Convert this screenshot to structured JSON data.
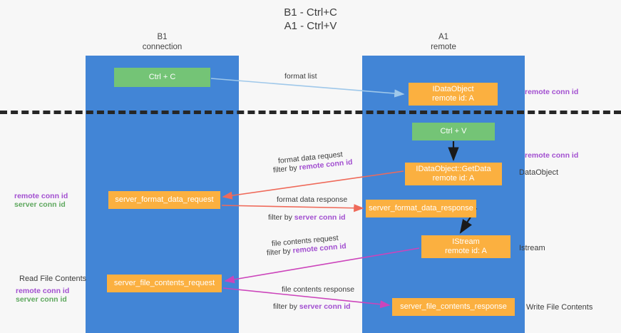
{
  "title": {
    "line1": "B1 - Ctrl+C",
    "line2": "A1 - Ctrl+V"
  },
  "lanes": [
    {
      "name": "B1",
      "sub": "connection"
    },
    {
      "name": "A1",
      "sub": "remote"
    }
  ],
  "boxes": {
    "ctrl_c": {
      "label": "Ctrl + C",
      "color": "#74c476"
    },
    "idataobject": {
      "line1": "IDataObject",
      "line2": "remote id: A",
      "color": "#fbb040"
    },
    "ctrl_v": {
      "label": "Ctrl + V",
      "color": "#74c476"
    },
    "getdata": {
      "line1": "IDataObject::GetData",
      "line2": "remote id: A",
      "color": "#fbb040"
    },
    "server_format_data_request": {
      "label": "server_format_data_request",
      "color": "#fbb040"
    },
    "server_format_data_response": {
      "label": "server_format_data_response",
      "color": "#fbb040"
    },
    "istream": {
      "line1": "IStream",
      "line2": "remote id: A",
      "color": "#fbb040"
    },
    "server_file_contents_request": {
      "label": "server_file_contents_request",
      "color": "#fbb040"
    },
    "server_file_contents_response": {
      "label": "server_file_contents_response",
      "color": "#fbb040"
    }
  },
  "edge_labels": {
    "format_list": "format list",
    "format_data_request": "format data request",
    "format_data_request_filter_prefix": "filter by ",
    "format_data_request_filter_key": "remote conn id",
    "format_data_response": "format data response",
    "format_data_response_filter_prefix": "filter by ",
    "format_data_response_filter_key": "server conn id",
    "file_contents_request": "file contents request",
    "file_contents_request_filter_prefix": "filter by ",
    "file_contents_request_filter_key": "remote conn id",
    "file_contents_response": "file contents response",
    "file_contents_response_filter_prefix": "filter by ",
    "file_contents_response_filter_key": "server conn id"
  },
  "right_labels": {
    "remote_conn_id_1": "remote conn id",
    "remote_conn_id_2": "remote conn id",
    "dataobject": "DataObject",
    "istream": "Istream",
    "write_file_contents": "Write File Contents"
  },
  "left_labels": {
    "remote_conn_id_1": "remote conn id",
    "server_conn_id_1": "server conn id",
    "read_file_contents": "Read File Contents",
    "remote_conn_id_2": "remote conn id",
    "server_conn_id_2": "server conn id"
  },
  "colors": {
    "lane": "#4285d6",
    "green_box": "#74c476",
    "orange_box": "#fbb040",
    "purple": "#a24fd0",
    "green_text": "#5fa85f",
    "red_arrow": "#ef6a5a",
    "magenta_arrow": "#cc44bb",
    "blue_arrow": "#9fc8ea",
    "black_arrow": "#1a1a1a",
    "divider": "#262626",
    "background": "#f7f7f7"
  }
}
